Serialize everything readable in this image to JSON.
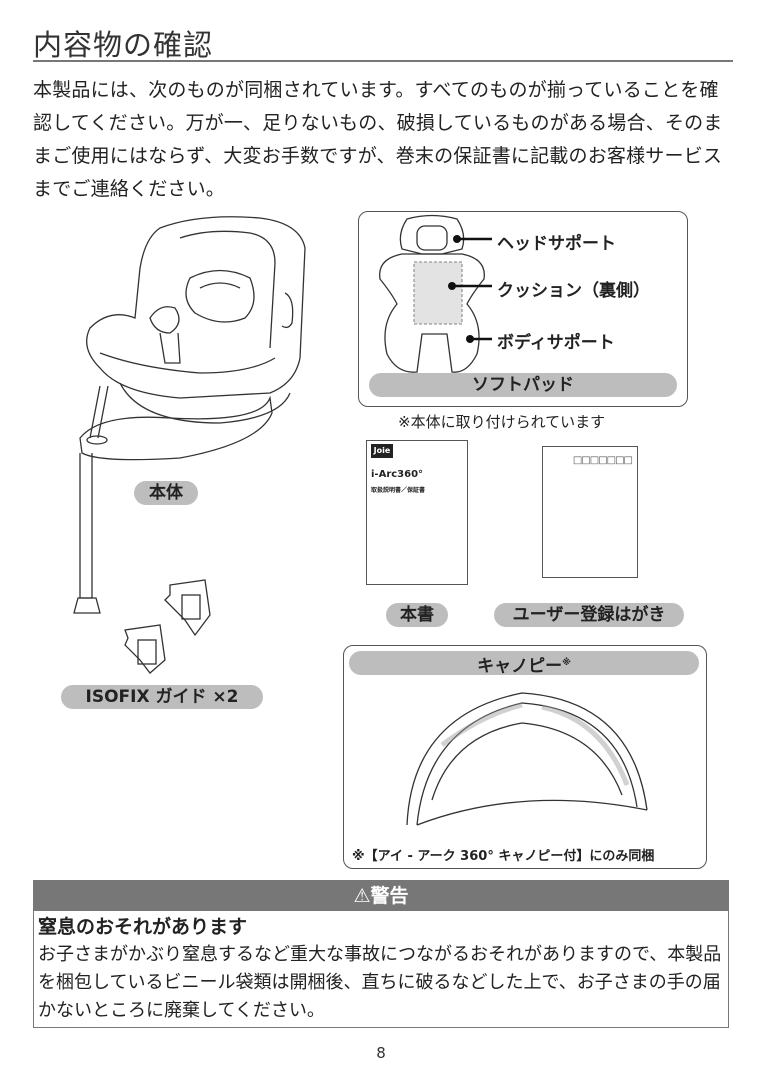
{
  "page": {
    "title": "内容物の確認",
    "intro": "本製品には、次のものが同梱されています。すべてのものが揃っていることを確認してください。万が一、足りないもの、破損しているものがある場合、そのままご使用にはならず、大変お手数ですが、巻末の保証書に記載のお客様サービスまでご連絡ください。",
    "page_number": "8"
  },
  "items": {
    "main_body": {
      "label": "本体"
    },
    "isofix_guide": {
      "label": "ISOFIX ガイド ×2"
    },
    "soft_pad": {
      "label": "ソフトパッド",
      "parts": [
        "ヘッドサポート",
        "クッション（裏側）",
        "ボディサポート"
      ],
      "note": "※本体に取り付けられています"
    },
    "manual": {
      "label": "本書",
      "cover": {
        "brand": "Joie",
        "model": "i-Arc360°",
        "doc_title": "取扱説明書／保証書"
      }
    },
    "registration_card": {
      "label": "ユーザー登録はがき",
      "postal_boxes": "□□□□□□□"
    },
    "canopy": {
      "label": "キャノピー",
      "label_mark": "※",
      "note": "※【アイ - アーク 360° キャノピー付】にのみ同梱"
    }
  },
  "warning": {
    "header": "警告",
    "icon": "warning-triangle-icon",
    "title": "窒息のおそれがあります",
    "body": "お子さまがかぶり窒息するなど重大な事故につながるおそれがありますので、本製品を梱包しているビニール袋類は開梱後、直ちに破るなどした上で、お子さまの手の届かないところに廃棄してください。"
  },
  "colors": {
    "pill": "#bdbdbd",
    "warning_header": "#777777",
    "line": "#555555"
  }
}
